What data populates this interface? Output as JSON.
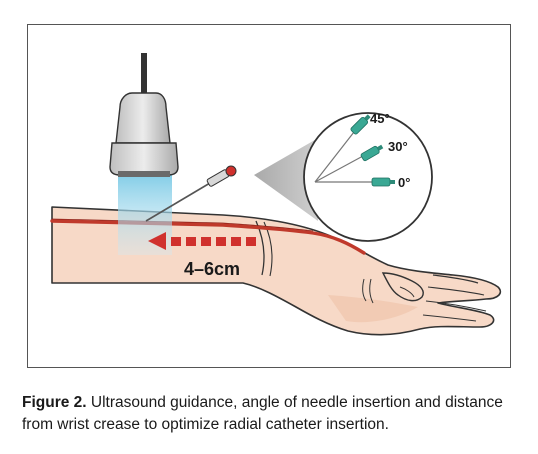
{
  "figure": {
    "distance_label": "4–6cm",
    "angle_labels": {
      "a45": "45°",
      "a30": "30°",
      "a0": "0°"
    },
    "caption_label": "Figure 2.",
    "caption_text": "Ultrasound guidance, angle of needle insertion and distance from wrist crease to optimize radial catheter insertion."
  },
  "colors": {
    "skin": "#f7d9c7",
    "skin_shadow": "#efc4ad",
    "outline": "#333333",
    "artery": "#c0392b",
    "arrow": "#d0312d",
    "ultrasound_beam": "#9fd6ea",
    "probe": "#d9d9d9",
    "needle_hub": "#3aa894"
  }
}
